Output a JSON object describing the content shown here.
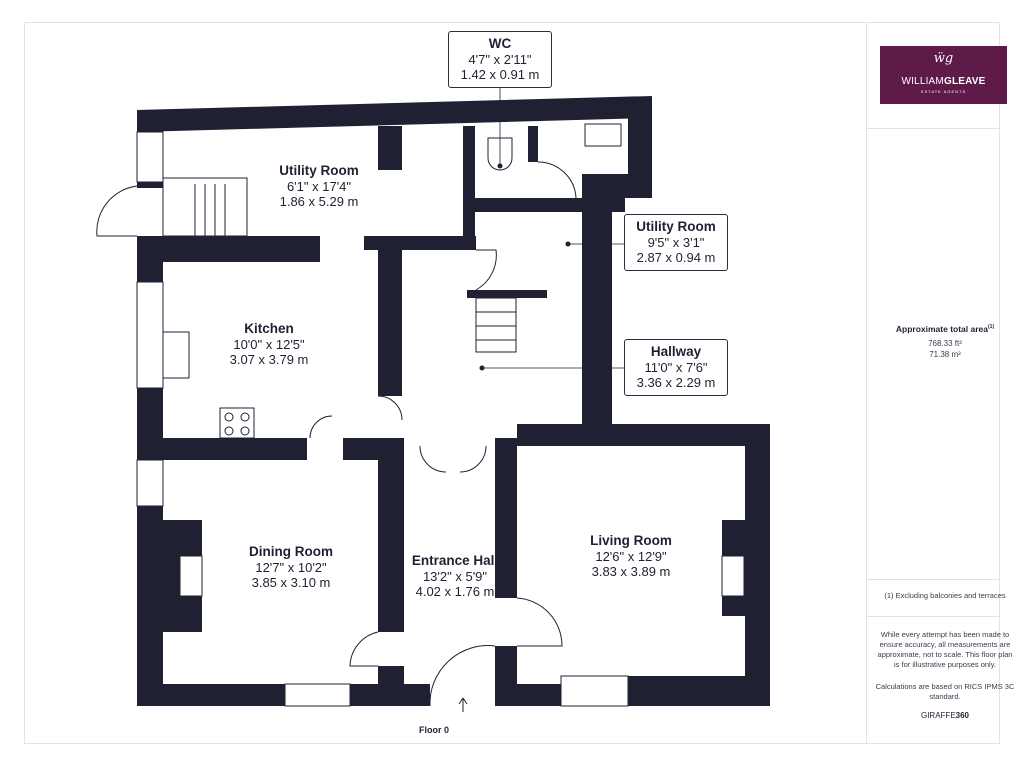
{
  "colors": {
    "wall": "#1f2133",
    "brand": "#5e1a48",
    "frame": "#e2e2e6"
  },
  "rooms": [
    {
      "key": "wc",
      "name": "WC",
      "imperial": "4'7\" x 2'11\"",
      "metric": "1.42 x 0.91 m"
    },
    {
      "key": "utility1",
      "name": "Utility Room",
      "imperial": "6'1\" x 17'4\"",
      "metric": "1.86 x 5.29 m"
    },
    {
      "key": "utility2",
      "name": "Utility Room",
      "imperial": "9'5\" x 3'1\"",
      "metric": "2.87 x 0.94 m"
    },
    {
      "key": "kitchen",
      "name": "Kitchen",
      "imperial": "10'0\" x 12'5\"",
      "metric": "3.07 x 3.79 m"
    },
    {
      "key": "hallway",
      "name": "Hallway",
      "imperial": "11'0\" x 7'6\"",
      "metric": "3.36 x 2.29 m"
    },
    {
      "key": "dining",
      "name": "Dining Room",
      "imperial": "12'7\" x 10'2\"",
      "metric": "3.85 x 3.10 m"
    },
    {
      "key": "entrance",
      "name": "Entrance Hall",
      "imperial": "13'2\" x 5'9\"",
      "metric": "4.02 x 1.76 m"
    },
    {
      "key": "living",
      "name": "Living Room",
      "imperial": "12'6\" x 12'9\"",
      "metric": "3.83 x 3.89 m"
    }
  ],
  "floor_label": "Floor 0",
  "logo": {
    "name_bold": "WILLIAM",
    "name_regular": "GLEAVE",
    "tagline": "ESTATE AGENTS",
    "icon": "wg-monogram-icon"
  },
  "summary": {
    "area_title": "Approximate total area",
    "area_note_marker": "(1)",
    "area_ft": "768.33 ft²",
    "area_m": "71.38 m²",
    "footnote": "(1) Excluding balconies and terraces",
    "disclaimer": "While every attempt has been made to ensure accuracy, all measurements are approximate, not to scale. This floor plan is for illustrative purposes only.",
    "calc_note": "Calculations are based on RICS IPMS 3C standard.",
    "brand_regular": "GIRAFFE",
    "brand_bold": "360"
  }
}
